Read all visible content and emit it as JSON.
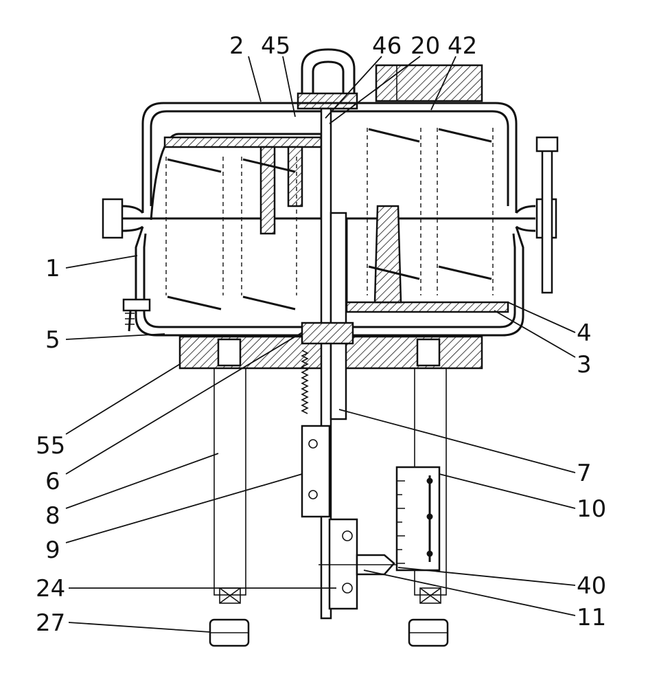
{
  "figure": {
    "title": "Diaphragm actuator, sectional view",
    "callouts": [
      {
        "id": "c2",
        "text": "2"
      },
      {
        "id": "c45",
        "text": "45"
      },
      {
        "id": "c46",
        "text": "46"
      },
      {
        "id": "c20",
        "text": "20"
      },
      {
        "id": "c42",
        "text": "42"
      },
      {
        "id": "c1",
        "text": "1"
      },
      {
        "id": "c5",
        "text": "5"
      },
      {
        "id": "c55",
        "text": "55"
      },
      {
        "id": "c6",
        "text": "6"
      },
      {
        "id": "c8",
        "text": "8"
      },
      {
        "id": "c9",
        "text": "9"
      },
      {
        "id": "c24",
        "text": "24"
      },
      {
        "id": "c27",
        "text": "27"
      },
      {
        "id": "c4",
        "text": "4"
      },
      {
        "id": "c3",
        "text": "3"
      },
      {
        "id": "c7",
        "text": "7"
      },
      {
        "id": "c10",
        "text": "10"
      },
      {
        "id": "c40",
        "text": "40"
      },
      {
        "id": "c11",
        "text": "11"
      }
    ]
  }
}
